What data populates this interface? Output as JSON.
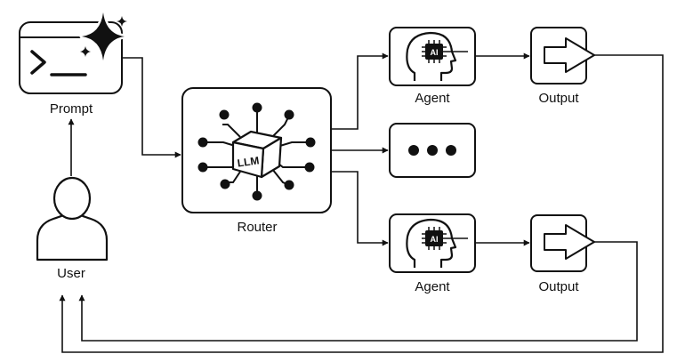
{
  "labels": {
    "prompt": "Prompt",
    "user": "User",
    "router": "Router",
    "llm": "LLM",
    "agent_top": "Agent",
    "agent_bottom": "Agent",
    "output_top": "Output",
    "output_bottom": "Output",
    "ai_chip_top": "AI",
    "ai_chip_bottom": "AI"
  },
  "icons": {
    "prompt": "terminal-sparkle-icon",
    "user": "user-icon",
    "router": "llm-cube-network-icon",
    "agent": "ai-head-icon",
    "more": "ellipsis-icon",
    "output": "arrow-right-icon"
  },
  "colors": {
    "stroke": "#111111",
    "background": "#ffffff"
  }
}
